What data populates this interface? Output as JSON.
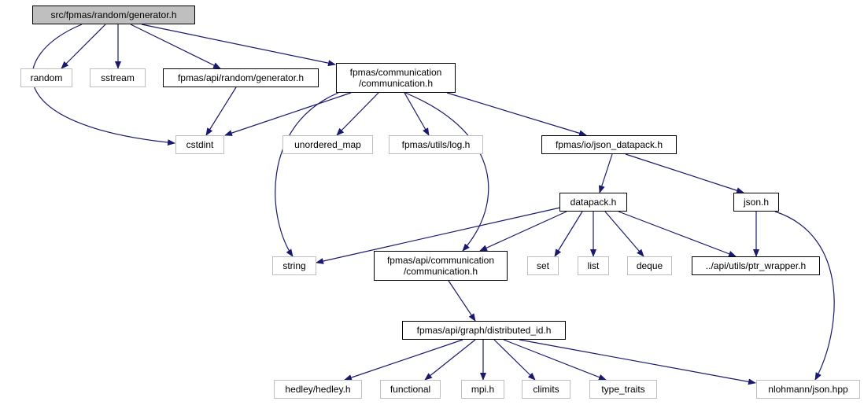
{
  "nodes": [
    {
      "id": "root",
      "label": "src/fpmas/random/generator.h",
      "kind": "root"
    },
    {
      "id": "random",
      "label": "random",
      "kind": "ext"
    },
    {
      "id": "sstream",
      "label": "sstream",
      "kind": "ext"
    },
    {
      "id": "api_random_gen",
      "label": "fpmas/api/random/generator.h",
      "kind": "doc"
    },
    {
      "id": "comm",
      "label": "fpmas/communication\n/communication.h",
      "kind": "doc"
    },
    {
      "id": "cstdint",
      "label": "cstdint",
      "kind": "ext"
    },
    {
      "id": "unordered_map",
      "label": "unordered_map",
      "kind": "ext"
    },
    {
      "id": "log",
      "label": "fpmas/utils/log.h",
      "kind": "ext"
    },
    {
      "id": "json_datapack",
      "label": "fpmas/io/json_datapack.h",
      "kind": "doc"
    },
    {
      "id": "datapack",
      "label": "datapack.h",
      "kind": "doc"
    },
    {
      "id": "json",
      "label": "json.h",
      "kind": "doc"
    },
    {
      "id": "string",
      "label": "string",
      "kind": "ext"
    },
    {
      "id": "api_comm",
      "label": "fpmas/api/communication\n/communication.h",
      "kind": "doc"
    },
    {
      "id": "set",
      "label": "set",
      "kind": "ext"
    },
    {
      "id": "list",
      "label": "list",
      "kind": "ext"
    },
    {
      "id": "deque",
      "label": "deque",
      "kind": "ext"
    },
    {
      "id": "ptr_wrapper",
      "label": "../api/utils/ptr_wrapper.h",
      "kind": "doc"
    },
    {
      "id": "distributed_id",
      "label": "fpmas/api/graph/distributed_id.h",
      "kind": "doc"
    },
    {
      "id": "hedley",
      "label": "hedley/hedley.h",
      "kind": "ext"
    },
    {
      "id": "functional",
      "label": "functional",
      "kind": "ext"
    },
    {
      "id": "mpi",
      "label": "mpi.h",
      "kind": "ext"
    },
    {
      "id": "climits",
      "label": "climits",
      "kind": "ext"
    },
    {
      "id": "type_traits",
      "label": "type_traits",
      "kind": "ext"
    },
    {
      "id": "nlohmann",
      "label": "nlohmann/json.hpp",
      "kind": "ext"
    }
  ],
  "edges": [
    [
      "root",
      "random"
    ],
    [
      "root",
      "sstream"
    ],
    [
      "root",
      "api_random_gen"
    ],
    [
      "root",
      "comm"
    ],
    [
      "root",
      "cstdint"
    ],
    [
      "api_random_gen",
      "cstdint"
    ],
    [
      "comm",
      "cstdint"
    ],
    [
      "comm",
      "string"
    ],
    [
      "comm",
      "unordered_map"
    ],
    [
      "comm",
      "log"
    ],
    [
      "comm",
      "json_datapack"
    ],
    [
      "comm",
      "api_comm"
    ],
    [
      "json_datapack",
      "datapack"
    ],
    [
      "json_datapack",
      "json"
    ],
    [
      "datapack",
      "string"
    ],
    [
      "datapack",
      "api_comm"
    ],
    [
      "datapack",
      "set"
    ],
    [
      "datapack",
      "list"
    ],
    [
      "datapack",
      "deque"
    ],
    [
      "datapack",
      "ptr_wrapper"
    ],
    [
      "json",
      "ptr_wrapper"
    ],
    [
      "json",
      "nlohmann"
    ],
    [
      "api_comm",
      "distributed_id"
    ],
    [
      "distributed_id",
      "hedley"
    ],
    [
      "distributed_id",
      "functional"
    ],
    [
      "distributed_id",
      "mpi"
    ],
    [
      "distributed_id",
      "climits"
    ],
    [
      "distributed_id",
      "type_traits"
    ],
    [
      "distributed_id",
      "nlohmann"
    ]
  ],
  "colors": {
    "edge": "#191970",
    "root_fill": "#bfbfbf",
    "doc_border": "#000000",
    "ext_border": "#bfbfbf"
  }
}
